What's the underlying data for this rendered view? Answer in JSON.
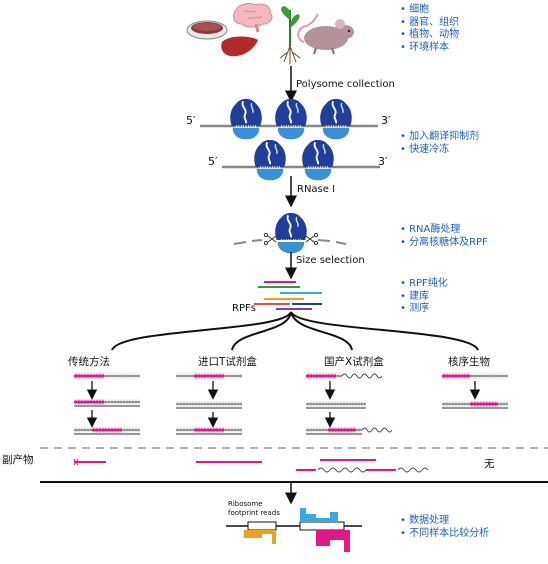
{
  "steps": {
    "polysome": "Polysome collection",
    "rnase": "RNase I",
    "size": "Size selection"
  },
  "samples_list": [
    "细胞",
    "器官、组织",
    "植物、动物",
    "环境样本"
  ],
  "lysis_list": [
    "加入翻译抑制剂",
    "快速冷冻"
  ],
  "digest_list": [
    "RNA酶处理",
    "分离核糖体及RPF"
  ],
  "library_list": [
    "RPF纯化",
    "建库",
    "测序"
  ],
  "analysis_list": [
    "数据处理",
    "不同样本比较分析"
  ],
  "rpf_label": "RPFs",
  "mrna_ends": {
    "five": "5′",
    "three": "3′"
  },
  "methods": [
    "传统方法",
    "进口T试剂盒",
    "国产X试剂盒",
    "核序生物"
  ],
  "byproduct_label": "副产物",
  "none_label": "无",
  "ribosome_reads": "Ribosome footprint reads",
  "colors": {
    "ribosome_dark": "#1f3f9a",
    "ribosome_light": "#3a8fd6",
    "magenta": "#e2188a",
    "blue_text": "#1f5fbf",
    "orange": "#f0a020",
    "cyan": "#3aa8e0"
  }
}
